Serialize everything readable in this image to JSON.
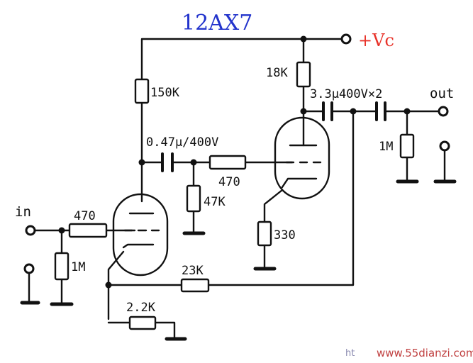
{
  "title": "12AX7",
  "supply_label": "+Vc",
  "input_label": "in",
  "output_label": "out",
  "components": {
    "r_in": "470",
    "r_grid1": "1M",
    "r_plate1": "150K",
    "c_couple1": "0.47μ/400V",
    "r_stop2": "470",
    "r_grid2": "47K",
    "r_cathode1": "2.2K",
    "r_feedback": "23K",
    "r_plate2": "18K",
    "r_cathode2": "330",
    "c_out": "3.3μ400V×2",
    "r_out": "1M"
  },
  "watermark": {
    "url": "www.55dianzi.com",
    "prefix": "ht"
  },
  "colors": {
    "ink": "#111111",
    "title": "#2233cc",
    "supply": "#e8332a",
    "watermark": "#c04040"
  }
}
